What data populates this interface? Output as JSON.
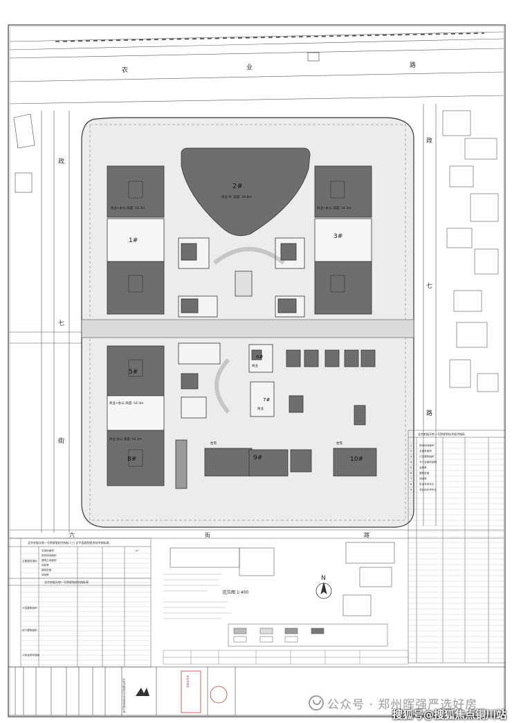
{
  "plan": {
    "roads": {
      "top": [
        "农",
        "业",
        "路"
      ],
      "left": [
        "政",
        "七",
        "街"
      ],
      "right": [
        "政",
        "七",
        "路"
      ],
      "bottom": [
        "六",
        "街",
        "路"
      ]
    },
    "buildings": {
      "b2": {
        "num": "2#",
        "label": "商业 9F 高度: 39.8m"
      },
      "b3": {
        "num": "3#",
        "label": "商业+办公 高度: 54.3m"
      },
      "b1": {
        "num": "1#",
        "label": "商业+办公 高度: 54.3m"
      },
      "b5": {
        "num": "5#",
        "label": "商业+办公 高度: 54.3m"
      },
      "b8": {
        "num": "8#",
        "label": "商业 办公 高度: 54.3m"
      },
      "b9": {
        "num": "9#",
        "label": "住宅"
      },
      "b10": {
        "num": "10#",
        "label": "住宅"
      },
      "b6": {
        "num": "6#",
        "label": "商业"
      },
      "b7": {
        "num": "7#",
        "label": "商业"
      }
    },
    "location_title": "区位图 1:400",
    "north": "N"
  },
  "table_left": {
    "title": "北京宅殷天地一号院规划综合指标 (三) 总平面规划经济技术指标表",
    "subtitle": "北京宅殷天地一号院规划综合指标表",
    "rows": [
      "总用地面积",
      "规划用地面积",
      "建筑占地面积",
      "容积率",
      "建筑密度",
      "绿地率"
    ],
    "section_labels": [
      "主要建设指标",
      "计容建筑面积",
      "地下建筑面积",
      "人防及停车指标"
    ],
    "unit": "m²"
  },
  "table_right": {
    "title": "北京宅殷天地一号院规划技术经济指标",
    "rows": [
      "规划用地面积",
      "总建筑面积",
      "计容建筑面积",
      "不计容建筑面积",
      "容积率",
      "建筑密度",
      "绿地率",
      "机动车停车位",
      "非机动车停车位"
    ],
    "numbers": [
      "1",
      "2",
      "3",
      "4",
      "5",
      "6",
      "7",
      "8",
      "9"
    ]
  },
  "title_block": {
    "company": "北京市建筑设计研究院有限公司",
    "stamp": "审定专用章"
  },
  "watermarks": {
    "wechat": "公众号 · 郑州晖强严选好房",
    "sohu": "搜狐号@搜狐焦点铜川站"
  },
  "colors": {
    "building": "#6e6e6e",
    "site": "#e6e6e6",
    "line": "#333333",
    "stamp": "#c33c3c"
  }
}
